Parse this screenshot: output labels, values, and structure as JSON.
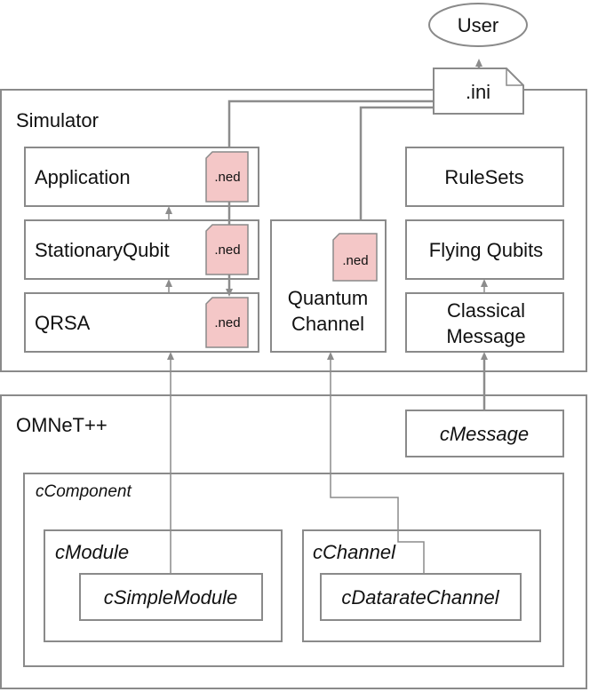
{
  "user": "User",
  "ini": ".ini",
  "simulator": {
    "title": "Simulator",
    "application": "Application",
    "stationary_qubit": "StationaryQubit",
    "qrsa": "QRSA",
    "quantum_channel": [
      "Quantum",
      "Channel"
    ],
    "rulesets": "RuleSets",
    "flying_qubits": "Flying Qubits",
    "classical_message": [
      "Classical",
      "Message"
    ],
    "ned_label": ".ned"
  },
  "omnet": {
    "title": "OMNeT++",
    "cmessage": "cMessage",
    "ccomponent": "cComponent",
    "cmodule": "cModule",
    "csimplemodule": "cSimpleModule",
    "cchannel": "cChannel",
    "cdataratechannel": "cDatarateChannel"
  },
  "colors": {
    "ned_fill": "#f4c7c7",
    "border": "#8a8a8a",
    "connector": "#8c8c8c"
  }
}
